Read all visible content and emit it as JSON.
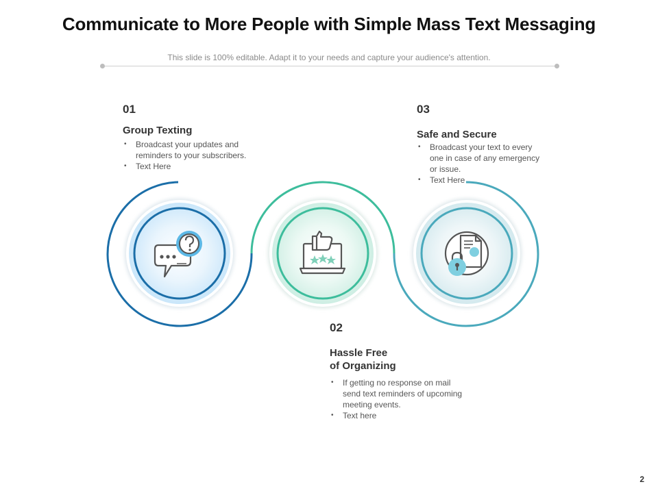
{
  "slide": {
    "title": "Communicate to More People with Simple Mass Text Messaging",
    "subtitle": "This slide is 100% editable. Adapt it to your needs and capture your audience's attention.",
    "page_number": "2"
  },
  "items": [
    {
      "number": "01",
      "heading": "Group Texting",
      "bullets": [
        "Broadcast your updates and reminders to your subscribers.",
        "Text Here"
      ],
      "icon": "chat-question-icon",
      "color": "#1b6ea8"
    },
    {
      "number": "02",
      "heading_line1": "Hassle Free",
      "heading_line2": "of Organizing",
      "bullets": [
        "If getting no response on mail send text reminders of upcoming meeting events.",
        "Text here"
      ],
      "icon": "laptop-thumbs-up-rating-icon",
      "color": "#3dbd9c"
    },
    {
      "number": "03",
      "heading": "Safe and Secure",
      "bullets": [
        "Broadcast your text to every one in case of any emergency or issue.",
        "Text Here"
      ],
      "icon": "secure-document-lock-icon",
      "color": "#4aa9bc"
    }
  ]
}
